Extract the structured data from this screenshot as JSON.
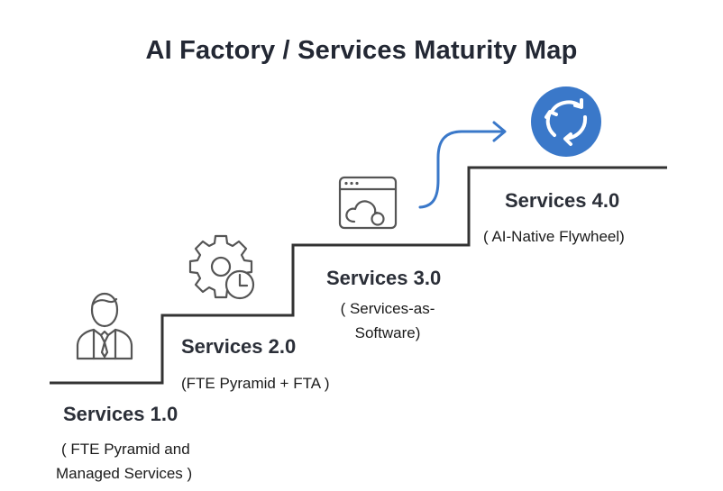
{
  "title": "AI Factory / Services Maturity Map",
  "colors": {
    "stairs": "#333333",
    "icon": "#555555",
    "accent": "#3a78c9"
  },
  "stages": [
    {
      "name": "Services 1.0",
      "subtitle": [
        "( FTE Pyramid and",
        "Managed Services )"
      ],
      "icon": "person-icon"
    },
    {
      "name": "Services 2.0",
      "subtitle": [
        "(FTE Pyramid + FTA )"
      ],
      "icon": "gear-clock-icon"
    },
    {
      "name": "Services 3.0",
      "subtitle": [
        "( Services-as-",
        "Software)"
      ],
      "icon": "browser-cloud-icon"
    },
    {
      "name": "Services 4.0",
      "subtitle": [
        "( AI-Native Flywheel)"
      ],
      "icon": "cycle-arrows-icon"
    }
  ]
}
